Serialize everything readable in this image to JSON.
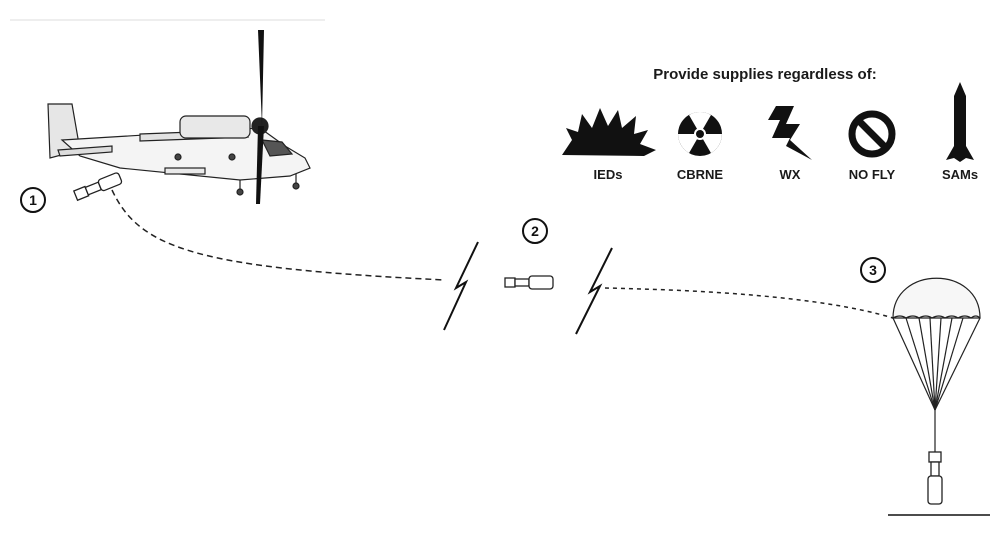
{
  "heading": "Provide supplies regardless of:",
  "threats": [
    {
      "label": "IEDs",
      "icon": "explosion-icon"
    },
    {
      "label": "CBRNE",
      "icon": "radiation-icon"
    },
    {
      "label": "WX",
      "icon": "lightning-icon"
    },
    {
      "label": "NO FLY",
      "icon": "prohibited-icon"
    },
    {
      "label": "SAMs",
      "icon": "missile-icon"
    }
  ],
  "steps": [
    "1",
    "2",
    "3"
  ]
}
